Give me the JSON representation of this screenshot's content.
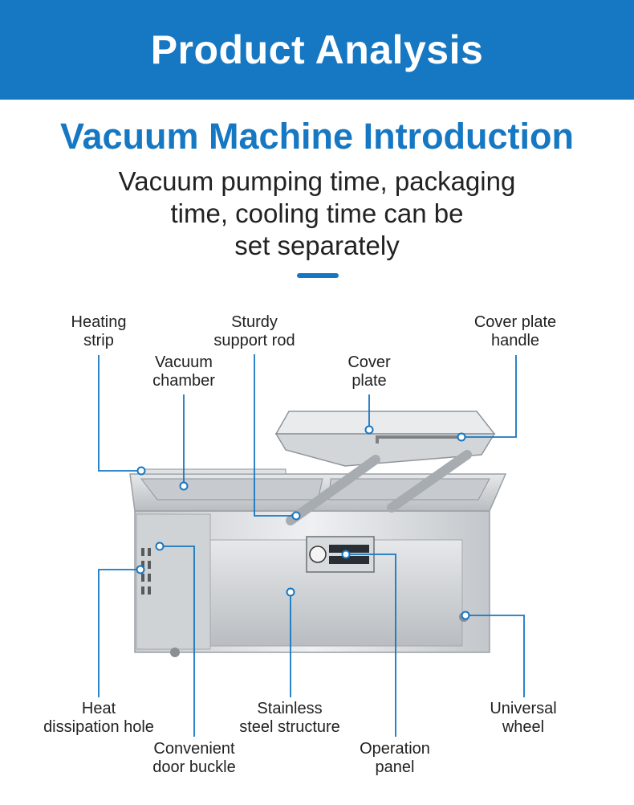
{
  "banner": {
    "title": "Product Analysis"
  },
  "subtitle": "Vacuum Machine Introduction",
  "description": "Vacuum pumping time, packaging\ntime, cooling time can be\nset separately",
  "labels": {
    "heating_strip": "Heating\nstrip",
    "vacuum_chamber": "Vacuum\nchamber",
    "support_rod": "Sturdy\nsupport rod",
    "cover_plate": "Cover\nplate",
    "cover_handle": "Cover plate\nhandle",
    "heat_hole": "Heat\ndissipation hole",
    "door_buckle": "Convenient\ndoor buckle",
    "steel_structure": "Stainless\nsteel structure",
    "operation_panel": "Operation\npanel",
    "universal_wheel": "Universal\nwheel"
  },
  "colors": {
    "accent": "#1677c2"
  }
}
